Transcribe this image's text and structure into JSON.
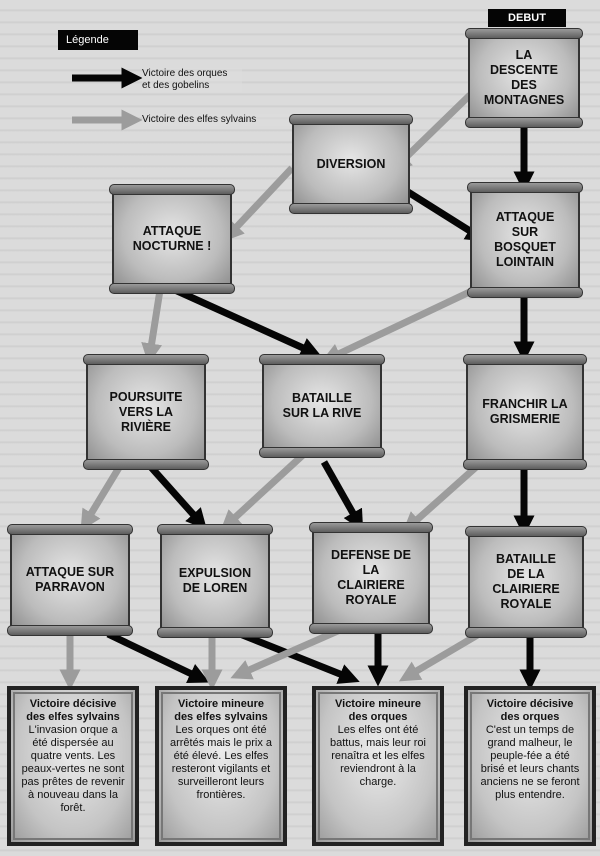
{
  "legend": {
    "title": "Légende",
    "black_arrow_label": "Victoire des orques\net des gobelins",
    "gray_arrow_label": "Victoire des elfes sylvains"
  },
  "start_label": "DEBUT",
  "nodes": {
    "descente": "LA\nDESCENTE\nDES\nMONTAGNES",
    "diversion": "DIVERSION",
    "attaque_nocturne": "ATTAQUE\nNOCTURNE !",
    "attaque_bosquet": "ATTAQUE\nSUR\nBOSQUET\nLOINTAIN",
    "poursuite": "POURSUITE\nVERS LA\nRIVIÈRE",
    "bataille_rive": "BATAILLE\nSUR LA RIVE",
    "franchir": "FRANCHIR LA\nGRISMERIE",
    "attaque_parravon": "ATTAQUE SUR\nPARRAVON",
    "expulsion": "EXPULSION\nDE LOREN",
    "defense_clairiere": "DEFENSE DE\nLA\nCLAIRIERE\nROYALE",
    "bataille_clairiere": "BATAILLE\nDE LA\nCLAIRIERE\nROYALE"
  },
  "outcomes": [
    {
      "title": "Victoire décisive des elfes sylvains",
      "text": "L'invasion orque a été dispersée au quatre vents. Les peaux-vertes ne sont pas prêtes de revenir à nouveau dans la forêt."
    },
    {
      "title": "Victoire mineure des elfes sylvains",
      "text": "Les orques ont été arrêtés mais le prix a été élevé. Les elfes resteront vigilants et surveilleront leurs frontières."
    },
    {
      "title": "Victoire mineure des orques",
      "text": "Les elfes ont été battus, mais leur roi renaîtra et les elfes reviendront à la charge."
    },
    {
      "title": "Victoire décisive des orques",
      "text": "C'est un temps de grand malheur, le peuple-fée a été brisé et leurs chants anciens ne se feront plus entendre."
    }
  ],
  "colors": {
    "orc_arrow": "#050505",
    "elf_arrow": "#9c9c9c"
  }
}
